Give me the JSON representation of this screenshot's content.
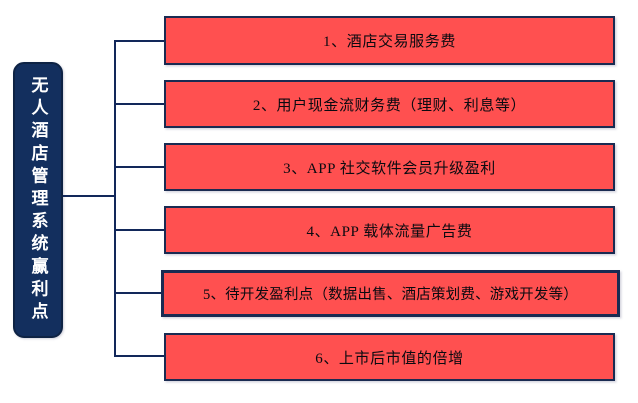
{
  "diagram": {
    "title": "无人酒店管理系统赢利点",
    "type": "tree-diagram",
    "colors": {
      "root_fill": "#132F5E",
      "root_border": "#0E2344",
      "root_text": "#FFFFFF",
      "leaf_fill": "#FF5050",
      "leaf_border": "#1A2B52",
      "leaf_text": "#0A0A10",
      "connector": "#12285A",
      "background": "#FFFFFF"
    },
    "root": {
      "label": "无人酒店管理系统赢利点",
      "orientation": "vertical"
    },
    "leaves": [
      {
        "index": "1",
        "label": "1、酒店交易服务费"
      },
      {
        "index": "2",
        "label": "2、用户现金流财务费（理财、利息等）"
      },
      {
        "index": "3",
        "label": "3、APP 社交软件会员升级盈利"
      },
      {
        "index": "4",
        "label": "4、APP 载体流量广告费"
      },
      {
        "index": "5",
        "label": "5、待开发盈利点（数据出售、酒店策划费、游戏开发等）"
      },
      {
        "index": "6",
        "label": "6、上市后市值的倍增"
      }
    ]
  }
}
